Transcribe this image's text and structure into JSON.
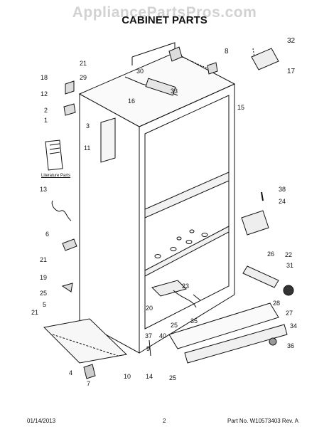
{
  "watermark": "AppliancePartsPros.com",
  "title": "CABINET PARTS",
  "literature_label": "Literature Parts",
  "footer": {
    "date": "01/14/2013",
    "page": "2",
    "part_no": "Part No. W10573403  Rev. A"
  },
  "callouts": {
    "c32": "32",
    "c8": "8",
    "c21a": "21",
    "c29": "29",
    "c30": "30",
    "c17": "17",
    "c18": "18",
    "c33": "33",
    "c12": "12",
    "c16": "16",
    "c15": "15",
    "c2": "2",
    "c3": "3",
    "c1": "1",
    "c11": "11",
    "c13": "13",
    "c38": "38",
    "c24": "24",
    "c6": "6",
    "c26": "26",
    "c22": "22",
    "c21b": "21",
    "c31": "31",
    "c19": "19",
    "c25a": "25",
    "c23": "23",
    "c28": "28",
    "c21c": "21",
    "c5": "5",
    "c20": "20",
    "c27": "27",
    "c25b": "25",
    "c35": "35",
    "c37": "37",
    "c40": "40",
    "c34": "34",
    "c9": "9",
    "c36": "36",
    "c10": "10",
    "c14": "14",
    "c4": "4",
    "c25c": "25",
    "c7": "7"
  }
}
